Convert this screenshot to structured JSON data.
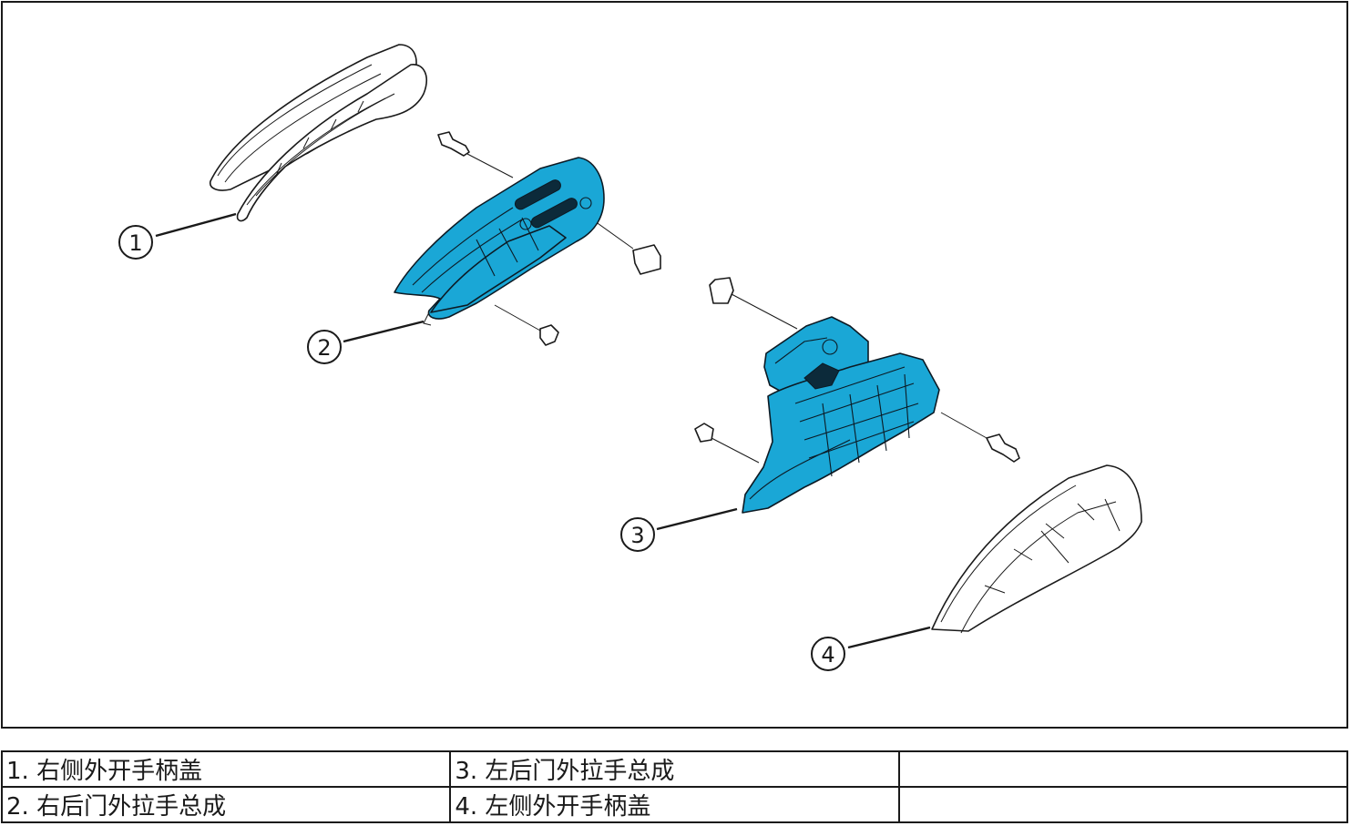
{
  "callouts": [
    {
      "number": "1"
    },
    {
      "number": "2"
    },
    {
      "number": "3"
    },
    {
      "number": "4"
    }
  ],
  "colors": {
    "part_highlight": "#1aa7d6",
    "line": "#1a1a1a"
  },
  "legend": {
    "rows": [
      [
        "1. 右侧外开手柄盖",
        "3. 左后门外拉手总成",
        ""
      ],
      [
        "2. 右后门外拉手总成",
        "4. 左侧外开手柄盖",
        ""
      ]
    ]
  }
}
